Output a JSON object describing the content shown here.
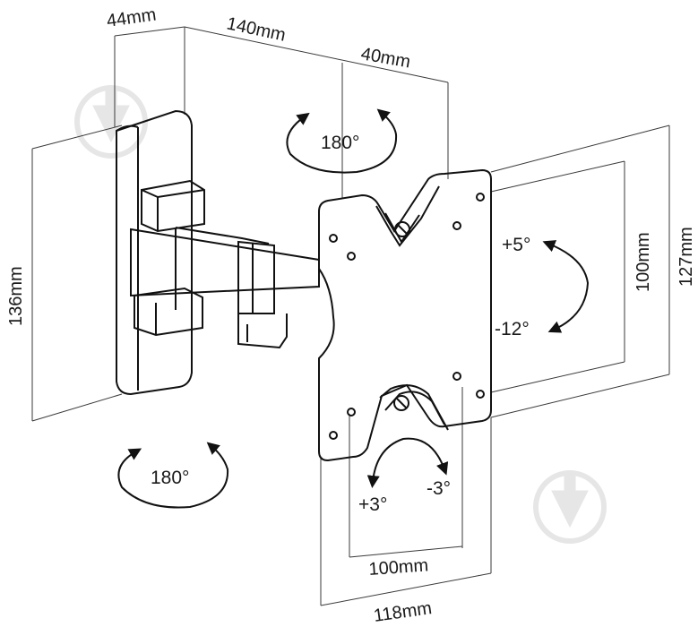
{
  "dimensions": {
    "wall_plate_depth": "44mm",
    "arm_length": "140mm",
    "head_depth": "40mm",
    "wall_plate_height": "136mm",
    "vesa_vertical": "100mm",
    "plate_height": "127mm",
    "vesa_horizontal": "100mm",
    "plate_width": "118mm"
  },
  "angles": {
    "swivel_top": "180°",
    "swivel_bottom": "180°",
    "tilt_up": "+5°",
    "tilt_down": "-12°",
    "rotate_left": "+3°",
    "rotate_right": "-3°"
  },
  "colors": {
    "line": "#111111",
    "dim_line": "#3a3a3a",
    "watermark": "#e6e6e6"
  },
  "icons": [
    "watermark-logo-icon",
    "rotation-arrow-icon"
  ]
}
